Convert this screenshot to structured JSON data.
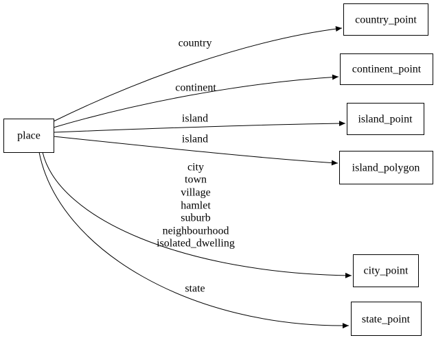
{
  "graph": {
    "background_color": "#ffffff",
    "line_color": "#000000",
    "text_color": "#000000",
    "nodes": [
      {
        "id": "place",
        "label": "place"
      },
      {
        "id": "country_point",
        "label": "country_point"
      },
      {
        "id": "continent_point",
        "label": "continent_point"
      },
      {
        "id": "island_point",
        "label": "island_point"
      },
      {
        "id": "island_polygon",
        "label": "island_polygon"
      },
      {
        "id": "city_point",
        "label": "city_point"
      },
      {
        "id": "state_point",
        "label": "state_point"
      }
    ],
    "edges": [
      {
        "from": "place",
        "to": "country_point",
        "label": "country"
      },
      {
        "from": "place",
        "to": "continent_point",
        "label": "continent"
      },
      {
        "from": "place",
        "to": "island_point",
        "label": "island"
      },
      {
        "from": "place",
        "to": "island_polygon",
        "label": "island"
      },
      {
        "from": "place",
        "to": "city_point",
        "label_lines": [
          "city",
          "town",
          "village",
          "hamlet",
          "suburb",
          "neighbourhood",
          "isolated_dwelling"
        ]
      },
      {
        "from": "place",
        "to": "state_point",
        "label": "state"
      }
    ]
  }
}
